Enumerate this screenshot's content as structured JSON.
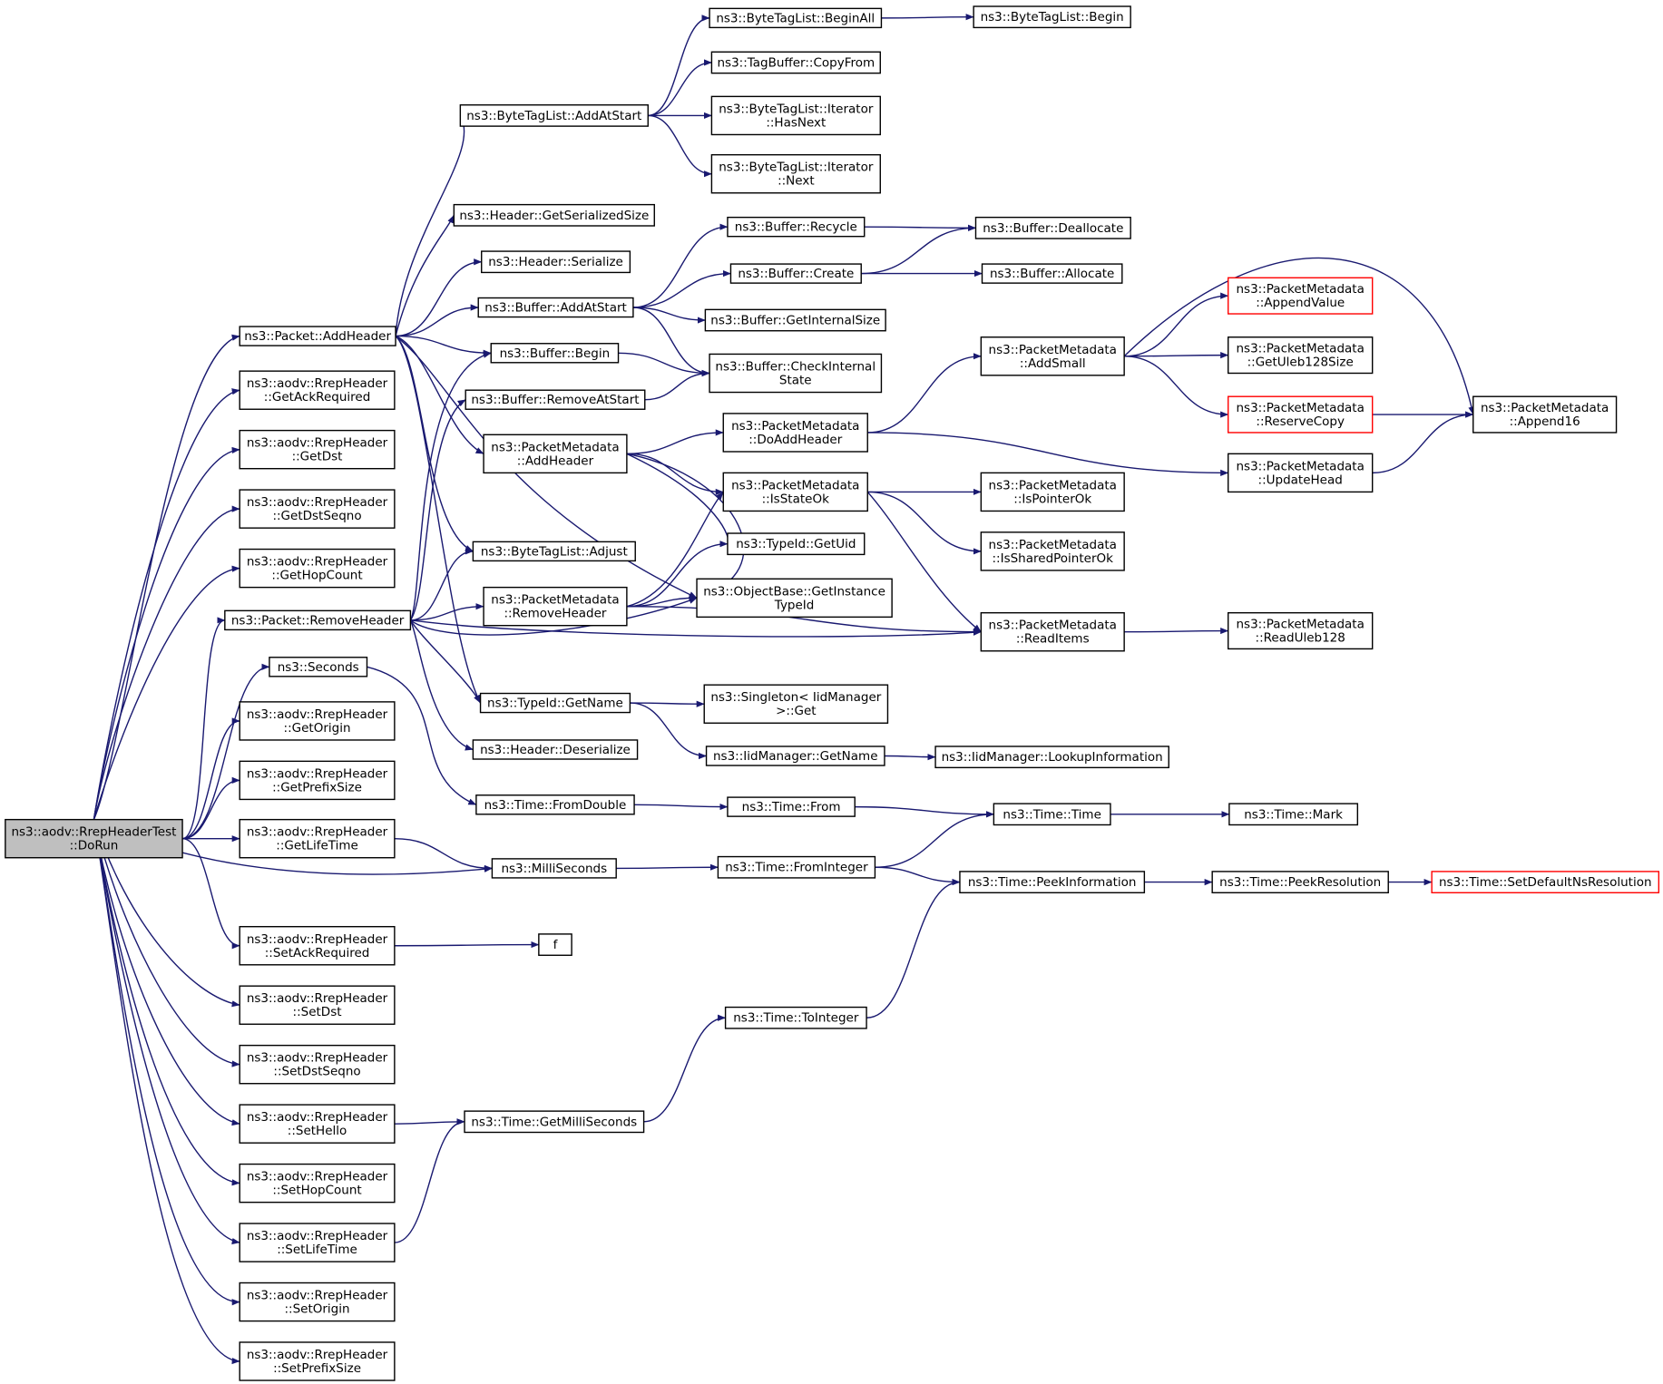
{
  "diagram": {
    "type": "call-graph",
    "colors": {
      "edge": "#191970",
      "node_border": "#000000",
      "root_fill": "#bfbfbf",
      "truncated_border": "#ff0000",
      "background": "#ffffff"
    },
    "nodes": [
      {
        "id": "root",
        "lines": [
          "ns3::aodv::RrepHeaderTest",
          "::DoRun"
        ],
        "root": true
      },
      {
        "id": "addHeader",
        "lines": [
          "ns3::Packet::AddHeader"
        ]
      },
      {
        "id": "getAckReq",
        "lines": [
          "ns3::aodv::RrepHeader",
          "::GetAckRequired"
        ]
      },
      {
        "id": "getDst",
        "lines": [
          "ns3::aodv::RrepHeader",
          "::GetDst"
        ]
      },
      {
        "id": "getDstSeqno",
        "lines": [
          "ns3::aodv::RrepHeader",
          "::GetDstSeqno"
        ]
      },
      {
        "id": "getHopCount",
        "lines": [
          "ns3::aodv::RrepHeader",
          "::GetHopCount"
        ]
      },
      {
        "id": "removeHeader",
        "lines": [
          "ns3::Packet::RemoveHeader"
        ]
      },
      {
        "id": "seconds",
        "lines": [
          "ns3::Seconds"
        ]
      },
      {
        "id": "getOrigin",
        "lines": [
          "ns3::aodv::RrepHeader",
          "::GetOrigin"
        ]
      },
      {
        "id": "getPrefixSize",
        "lines": [
          "ns3::aodv::RrepHeader",
          "::GetPrefixSize"
        ]
      },
      {
        "id": "getLifeTime",
        "lines": [
          "ns3::aodv::RrepHeader",
          "::GetLifeTime"
        ]
      },
      {
        "id": "setAckReq",
        "lines": [
          "ns3::aodv::RrepHeader",
          "::SetAckRequired"
        ]
      },
      {
        "id": "setDst",
        "lines": [
          "ns3::aodv::RrepHeader",
          "::SetDst"
        ]
      },
      {
        "id": "setDstSeqno",
        "lines": [
          "ns3::aodv::RrepHeader",
          "::SetDstSeqno"
        ]
      },
      {
        "id": "setHello",
        "lines": [
          "ns3::aodv::RrepHeader",
          "::SetHello"
        ]
      },
      {
        "id": "setHopCount",
        "lines": [
          "ns3::aodv::RrepHeader",
          "::SetHopCount"
        ]
      },
      {
        "id": "setLifeTime",
        "lines": [
          "ns3::aodv::RrepHeader",
          "::SetLifeTime"
        ]
      },
      {
        "id": "setOrigin",
        "lines": [
          "ns3::aodv::RrepHeader",
          "::SetOrigin"
        ]
      },
      {
        "id": "setPrefixSize",
        "lines": [
          "ns3::aodv::RrepHeader",
          "::SetPrefixSize"
        ]
      },
      {
        "id": "btlAddAtStart",
        "lines": [
          "ns3::ByteTagList::AddAtStart"
        ]
      },
      {
        "id": "hdrGetSerSize",
        "lines": [
          "ns3::Header::GetSerializedSize"
        ]
      },
      {
        "id": "hdrSerialize",
        "lines": [
          "ns3::Header::Serialize"
        ]
      },
      {
        "id": "bufAddAtStart",
        "lines": [
          "ns3::Buffer::AddAtStart"
        ]
      },
      {
        "id": "bufBegin",
        "lines": [
          "ns3::Buffer::Begin"
        ]
      },
      {
        "id": "bufRemoveAtStart",
        "lines": [
          "ns3::Buffer::RemoveAtStart"
        ]
      },
      {
        "id": "pmAddHeader",
        "lines": [
          "ns3::PacketMetadata",
          "::AddHeader"
        ]
      },
      {
        "id": "btlAdjust",
        "lines": [
          "ns3::ByteTagList::Adjust"
        ]
      },
      {
        "id": "pmRemoveHeader",
        "lines": [
          "ns3::PacketMetadata",
          "::RemoveHeader"
        ]
      },
      {
        "id": "typeIdGetName",
        "lines": [
          "ns3::TypeId::GetName"
        ]
      },
      {
        "id": "hdrDeserialize",
        "lines": [
          "ns3::Header::Deserialize"
        ]
      },
      {
        "id": "timeFromDouble",
        "lines": [
          "ns3::Time::FromDouble"
        ]
      },
      {
        "id": "milliSeconds",
        "lines": [
          "ns3::MilliSeconds"
        ]
      },
      {
        "id": "f",
        "lines": [
          "f"
        ]
      },
      {
        "id": "timeGetMs",
        "lines": [
          "ns3::Time::GetMilliSeconds"
        ]
      },
      {
        "id": "btlBeginAll",
        "lines": [
          "ns3::ByteTagList::BeginAll"
        ]
      },
      {
        "id": "tagBufCopyFrom",
        "lines": [
          "ns3::TagBuffer::CopyFrom"
        ]
      },
      {
        "id": "btlItHasNext",
        "lines": [
          "ns3::ByteTagList::Iterator",
          "::HasNext"
        ]
      },
      {
        "id": "btlItNext",
        "lines": [
          "ns3::ByteTagList::Iterator",
          "::Next"
        ]
      },
      {
        "id": "bufRecycle",
        "lines": [
          "ns3::Buffer::Recycle"
        ]
      },
      {
        "id": "bufCreate",
        "lines": [
          "ns3::Buffer::Create"
        ]
      },
      {
        "id": "bufGetInternalSize",
        "lines": [
          "ns3::Buffer::GetInternalSize"
        ]
      },
      {
        "id": "bufCheckInternal",
        "lines": [
          "ns3::Buffer::CheckInternal",
          "State"
        ]
      },
      {
        "id": "pmDoAddHeader",
        "lines": [
          "ns3::PacketMetadata",
          "::DoAddHeader"
        ]
      },
      {
        "id": "pmIsStateOk",
        "lines": [
          "ns3::PacketMetadata",
          "::IsStateOk"
        ]
      },
      {
        "id": "typeIdGetUid",
        "lines": [
          "ns3::TypeId::GetUid"
        ]
      },
      {
        "id": "objGetInstTypeId",
        "lines": [
          "ns3::ObjectBase::GetInstance",
          "TypeId"
        ]
      },
      {
        "id": "singletonGet",
        "lines": [
          "ns3::Singleton< IidManager",
          ">::Get"
        ]
      },
      {
        "id": "iidGetName",
        "lines": [
          "ns3::IidManager::GetName"
        ]
      },
      {
        "id": "timeFrom",
        "lines": [
          "ns3::Time::From"
        ]
      },
      {
        "id": "timeFromInteger",
        "lines": [
          "ns3::Time::FromInteger"
        ]
      },
      {
        "id": "timeToInteger",
        "lines": [
          "ns3::Time::ToInteger"
        ]
      },
      {
        "id": "btlBegin",
        "lines": [
          "ns3::ByteTagList::Begin"
        ]
      },
      {
        "id": "bufDeallocate",
        "lines": [
          "ns3::Buffer::Deallocate"
        ]
      },
      {
        "id": "bufAllocate",
        "lines": [
          "ns3::Buffer::Allocate"
        ]
      },
      {
        "id": "pmAddSmall",
        "lines": [
          "ns3::PacketMetadata",
          "::AddSmall"
        ]
      },
      {
        "id": "pmIsPointerOk",
        "lines": [
          "ns3::PacketMetadata",
          "::IsPointerOk"
        ]
      },
      {
        "id": "pmIsSharedPtrOk",
        "lines": [
          "ns3::PacketMetadata",
          "::IsSharedPointerOk"
        ]
      },
      {
        "id": "pmReadItems",
        "lines": [
          "ns3::PacketMetadata",
          "::ReadItems"
        ]
      },
      {
        "id": "iidLookupInfo",
        "lines": [
          "ns3::IidManager::LookupInformation"
        ]
      },
      {
        "id": "timeTime",
        "lines": [
          "ns3::Time::Time"
        ]
      },
      {
        "id": "timePeekInfo",
        "lines": [
          "ns3::Time::PeekInformation"
        ]
      },
      {
        "id": "pmAppendValue",
        "lines": [
          "ns3::PacketMetadata",
          "::AppendValue"
        ],
        "truncated": true
      },
      {
        "id": "pmGetUleb128Size",
        "lines": [
          "ns3::PacketMetadata",
          "::GetUleb128Size"
        ]
      },
      {
        "id": "pmReserveCopy",
        "lines": [
          "ns3::PacketMetadata",
          "::ReserveCopy"
        ],
        "truncated": true
      },
      {
        "id": "pmUpdateHead",
        "lines": [
          "ns3::PacketMetadata",
          "::UpdateHead"
        ]
      },
      {
        "id": "pmReadUleb128",
        "lines": [
          "ns3::PacketMetadata",
          "::ReadUleb128"
        ]
      },
      {
        "id": "timeMark",
        "lines": [
          "ns3::Time::Mark"
        ]
      },
      {
        "id": "timePeekRes",
        "lines": [
          "ns3::Time::PeekResolution"
        ]
      },
      {
        "id": "pmAppend16",
        "lines": [
          "ns3::PacketMetadata",
          "::Append16"
        ]
      },
      {
        "id": "timeSetDefNsRes",
        "lines": [
          "ns3::Time::SetDefaultNsResolution"
        ],
        "truncated": true
      }
    ],
    "edges": [
      [
        "root",
        "addHeader"
      ],
      [
        "root",
        "getAckReq"
      ],
      [
        "root",
        "getDst"
      ],
      [
        "root",
        "getDstSeqno"
      ],
      [
        "root",
        "getHopCount"
      ],
      [
        "root",
        "removeHeader"
      ],
      [
        "root",
        "seconds"
      ],
      [
        "root",
        "getOrigin"
      ],
      [
        "root",
        "getPrefixSize"
      ],
      [
        "root",
        "getLifeTime"
      ],
      [
        "root",
        "milliSeconds"
      ],
      [
        "root",
        "setAckReq"
      ],
      [
        "root",
        "setDst"
      ],
      [
        "root",
        "setDstSeqno"
      ],
      [
        "root",
        "setHello"
      ],
      [
        "root",
        "setHopCount"
      ],
      [
        "root",
        "setLifeTime"
      ],
      [
        "root",
        "setOrigin"
      ],
      [
        "root",
        "setPrefixSize"
      ],
      [
        "addHeader",
        "btlAddAtStart"
      ],
      [
        "addHeader",
        "hdrGetSerSize"
      ],
      [
        "addHeader",
        "hdrSerialize"
      ],
      [
        "addHeader",
        "bufAddAtStart"
      ],
      [
        "addHeader",
        "bufBegin"
      ],
      [
        "addHeader",
        "pmAddHeader"
      ],
      [
        "addHeader",
        "btlAdjust"
      ],
      [
        "addHeader",
        "objGetInstTypeId"
      ],
      [
        "addHeader",
        "typeIdGetName"
      ],
      [
        "removeHeader",
        "bufBegin"
      ],
      [
        "removeHeader",
        "bufRemoveAtStart"
      ],
      [
        "removeHeader",
        "btlAdjust"
      ],
      [
        "removeHeader",
        "pmRemoveHeader"
      ],
      [
        "removeHeader",
        "objGetInstTypeId"
      ],
      [
        "removeHeader",
        "typeIdGetName"
      ],
      [
        "removeHeader",
        "hdrDeserialize"
      ],
      [
        "seconds",
        "timeFromDouble"
      ],
      [
        "getLifeTime",
        "milliSeconds"
      ],
      [
        "setAckReq",
        "f"
      ],
      [
        "setHello",
        "timeGetMs"
      ],
      [
        "setLifeTime",
        "timeGetMs"
      ],
      [
        "btlAddAtStart",
        "btlBeginAll"
      ],
      [
        "btlAddAtStart",
        "tagBufCopyFrom"
      ],
      [
        "btlAddAtStart",
        "btlItHasNext"
      ],
      [
        "btlAddAtStart",
        "btlItNext"
      ],
      [
        "btlBeginAll",
        "btlBegin"
      ],
      [
        "bufAddAtStart",
        "bufRecycle"
      ],
      [
        "bufAddAtStart",
        "bufCreate"
      ],
      [
        "bufAddAtStart",
        "bufGetInternalSize"
      ],
      [
        "bufAddAtStart",
        "bufCheckInternal"
      ],
      [
        "bufBegin",
        "bufCheckInternal"
      ],
      [
        "bufRemoveAtStart",
        "bufCheckInternal"
      ],
      [
        "bufRecycle",
        "bufDeallocate"
      ],
      [
        "bufCreate",
        "bufDeallocate"
      ],
      [
        "bufCreate",
        "bufAllocate"
      ],
      [
        "pmAddHeader",
        "pmDoAddHeader"
      ],
      [
        "pmAddHeader",
        "pmIsStateOk"
      ],
      [
        "pmAddHeader",
        "typeIdGetUid"
      ],
      [
        "pmAddHeader",
        "objGetInstTypeId"
      ],
      [
        "pmRemoveHeader",
        "pmIsStateOk"
      ],
      [
        "pmRemoveHeader",
        "typeIdGetUid"
      ],
      [
        "pmRemoveHeader",
        "objGetInstTypeId"
      ],
      [
        "pmRemoveHeader",
        "pmReadItems"
      ],
      [
        "removeHeader",
        "pmReadItems"
      ],
      [
        "pmDoAddHeader",
        "pmAddSmall"
      ],
      [
        "pmDoAddHeader",
        "pmUpdateHead"
      ],
      [
        "pmIsStateOk",
        "pmIsPointerOk"
      ],
      [
        "pmIsStateOk",
        "pmIsSharedPtrOk"
      ],
      [
        "pmIsStateOk",
        "pmReadItems"
      ],
      [
        "pmAddSmall",
        "pmAppend16"
      ],
      [
        "pmAddSmall",
        "pmAppendValue"
      ],
      [
        "pmAddSmall",
        "pmGetUleb128Size"
      ],
      [
        "pmAddSmall",
        "pmReserveCopy"
      ],
      [
        "pmReserveCopy",
        "pmAppend16"
      ],
      [
        "pmUpdateHead",
        "pmAppend16"
      ],
      [
        "pmReadItems",
        "pmReadUleb128"
      ],
      [
        "typeIdGetName",
        "singletonGet"
      ],
      [
        "typeIdGetName",
        "iidGetName"
      ],
      [
        "iidGetName",
        "iidLookupInfo"
      ],
      [
        "timeFromDouble",
        "timeFrom"
      ],
      [
        "timeFrom",
        "timeTime"
      ],
      [
        "timeTime",
        "timeMark"
      ],
      [
        "milliSeconds",
        "timeFromInteger"
      ],
      [
        "timeFromInteger",
        "timeTime"
      ],
      [
        "timeFromInteger",
        "timePeekInfo"
      ],
      [
        "timePeekInfo",
        "timePeekRes"
      ],
      [
        "timePeekRes",
        "timeSetDefNsRes"
      ],
      [
        "timeGetMs",
        "timeToInteger"
      ],
      [
        "timeToInteger",
        "timePeekInfo"
      ]
    ]
  }
}
